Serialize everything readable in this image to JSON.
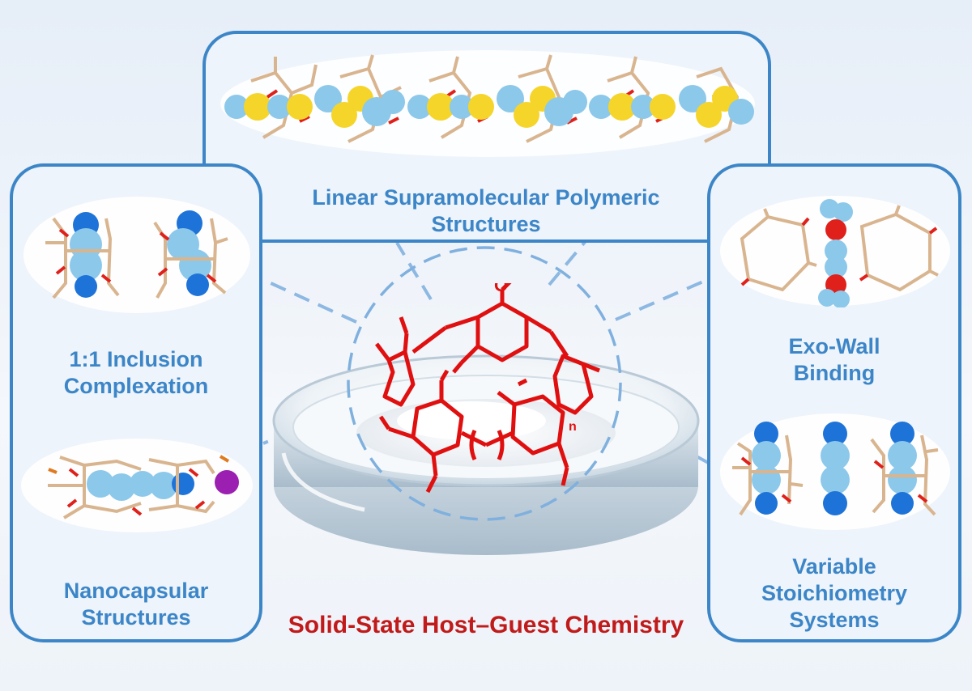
{
  "panels": {
    "top": {
      "label": "Linear Supramolecular Polymeric\nStructures"
    },
    "left_top": {
      "label": "1:1 Inclusion\nComplexation"
    },
    "left_bottom": {
      "label": "Nanocapsular\nStructures"
    },
    "right_top": {
      "label": "Exo-Wall\nBinding"
    },
    "right_bottom": {
      "label": "Variable\nStoichiometry\nSystems"
    }
  },
  "center": {
    "title": "Solid-State Host–Guest Chemistry",
    "repeat_unit_subscript": "n"
  },
  "colors": {
    "panel_border": "#3c86c8",
    "label_text": "#3c86c8",
    "title_text": "#c01a1a",
    "molecule": "#e01010",
    "host_stick": "#d9b58f",
    "oxygen": "#e0201a",
    "guest_blue": "#8cc8ea",
    "guest_yellow": "#f6d52a",
    "nitrogen": "#1e73d8",
    "iodide": "#9b1fb0"
  }
}
